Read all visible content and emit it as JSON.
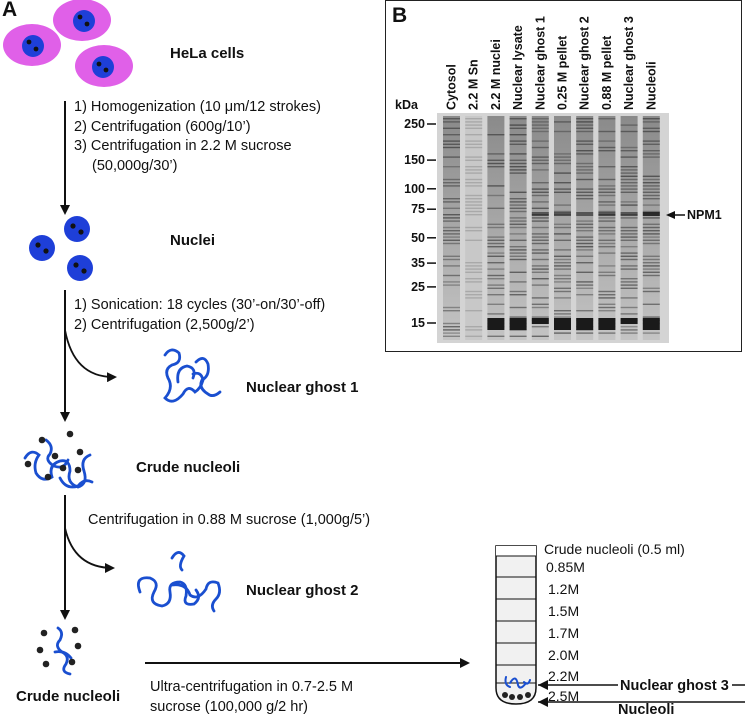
{
  "panel_a": {
    "label": "A",
    "hela_label": "HeLa cells",
    "steps1": [
      "1) Homogenization (10 μm/12 strokes)",
      "2) Centrifugation (600g/10’)",
      "3) Centrifugation in 2.2 M sucrose",
      "(50,000g/30’)"
    ],
    "nuclei_label": "Nuclei",
    "steps2": [
      "1) Sonication: 18 cycles (30’-on/30’-off)",
      "2) Centrifugation (2,500g/2’)"
    ],
    "ghost1_label": "Nuclear ghost 1",
    "crude1_label": "Crude nucleoli",
    "step3": "Centrifugation in 0.88 M sucrose (1,000g/5’)",
    "ghost2_label": "Nuclear ghost 2",
    "crude2_label": "Crude nucleoli",
    "step4": [
      "Ultra-centrifugation in 0.7-2.5 M",
      "sucrose (100,000 g/2 hr)"
    ],
    "tube_labels": [
      "Crude nucleoli (0.5 ml)",
      "0.85M",
      "1.2M",
      "1.5M",
      "1.7M",
      "2.0M",
      "2.2M",
      "2.5M"
    ],
    "ghost3_label": "Nuclear ghost 3",
    "nucleoli_label": "Nucleoli"
  },
  "panel_b": {
    "label": "B",
    "kda_title": "kDa",
    "lanes": [
      "Cytosol",
      "2.2 M Sn",
      "2.2 M nuclei",
      "Nuclear lysate",
      "Nuclear ghost 1",
      "0.25 M pellet",
      "Nuclear ghost 2",
      "0.88 M pellet",
      "Nuclear ghost 3",
      "Nucleoli"
    ],
    "markers": [
      "250",
      "150",
      "100",
      "75",
      "50",
      "35",
      "25",
      "15"
    ],
    "marker_kda": [
      250,
      150,
      100,
      75,
      50,
      35,
      25,
      15
    ],
    "annotation": "NPM1",
    "colors": {
      "cell": "#e060e8",
      "nucleus": "#1e3fd8",
      "chromatin": "#1a4fd0",
      "gel": "#cfcfcf"
    }
  }
}
